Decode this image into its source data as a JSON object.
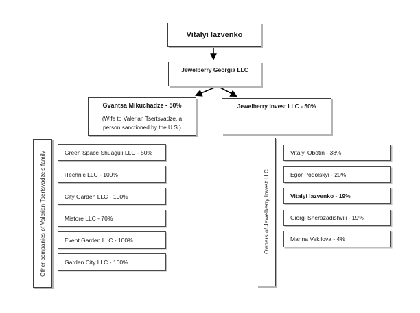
{
  "chart": {
    "root_label": "Vitalyi Iazvenko",
    "company_label": "Jewelberry Georgia LLC",
    "owner_left": {
      "title": "Gvantsa Mikuchadze - 50%",
      "note_line1": "(Wife to Valerian Tsertsvadze, a",
      "note_line2": "person sanctioned by the U.S.)"
    },
    "owner_right": {
      "title": "Jewelberry Invest LLC - 50%"
    },
    "left_group": {
      "side_label": "Other companies of Valerian Tsertsvadze’s family",
      "items": [
        "Green Space Shuaguli LLC - 50%",
        "iTechnic LLC - 100%",
        "City Garden LLC - 100%",
        "Mistore LLC - 70%",
        "Event Garden LLC - 100%",
        "Garden City LLC - 100%"
      ]
    },
    "right_group": {
      "side_label": "Owners of Jewelberry Invest LLC",
      "items": [
        {
          "label": "Vitalyi Obotin - 38%",
          "bold": false
        },
        {
          "label": "Egor Podolskyi - 20%",
          "bold": false
        },
        {
          "label": "Vitalyi Iazvenko - 19%",
          "bold": true
        },
        {
          "label": "Giorgi Sherazadishvili - 19%",
          "bold": false
        },
        {
          "label": "Marina Vekilova - 4%",
          "bold": false
        }
      ]
    },
    "colors": {
      "background": "#ffffff",
      "box_border": "#3d3d3d",
      "box_shadow": "#b4b4b4",
      "connector_line": "#000000",
      "text": "#1a1a1a"
    }
  }
}
